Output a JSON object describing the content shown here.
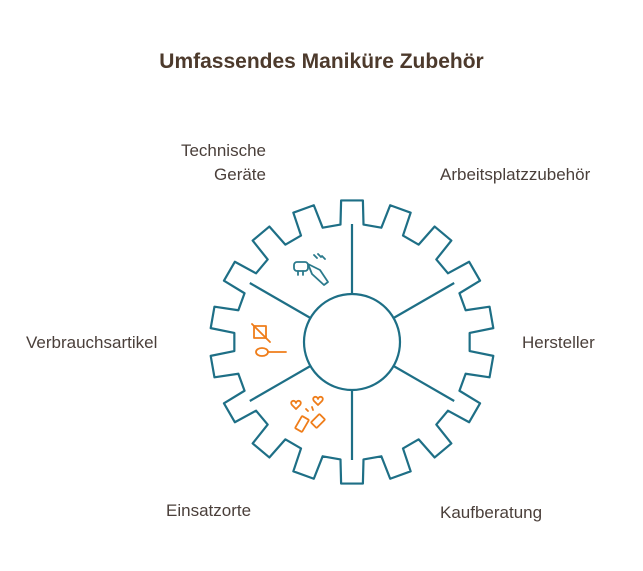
{
  "title": "Umfassendes Maniküre Zubehör",
  "labels": {
    "technische_geraete_line1": "Technische",
    "technische_geraete_line2": "Geräte",
    "arbeitsplatz": "Arbeitsplatzzubehör",
    "verbrauchsartikel": "Verbrauchsartikel",
    "hersteller": "Hersteller",
    "einsatzorte": "Einsatzorte",
    "kaufberatung": "Kaufberatung"
  },
  "icons": {
    "technische_geraete": "nail-drill-icon",
    "verbrauchsartikel": "no-spatula-icon",
    "einsatzorte": "nail-polish-hearts-icon"
  },
  "colors": {
    "gear_stroke": "#1e6f86",
    "icon_teal": "#2b7a8c",
    "icon_orange": "#ef7d1a",
    "title": "#4d3a2c",
    "label": "#4a3f3a"
  }
}
